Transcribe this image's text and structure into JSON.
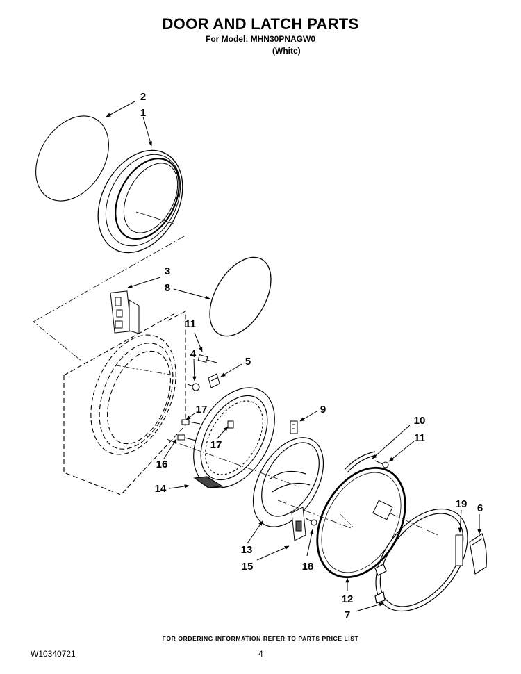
{
  "header": {
    "title": "DOOR AND LATCH PARTS",
    "model_line": "For Model: MHN30PNAGW0",
    "color_line": "(White)"
  },
  "callouts": [
    "2",
    "1",
    "3",
    "8",
    "11",
    "4",
    "5",
    "17",
    "17",
    "9",
    "10",
    "11",
    "16",
    "14",
    "13",
    "15",
    "18",
    "19",
    "6",
    "12",
    "7"
  ],
  "footer": {
    "ordering_note": "FOR ORDERING INFORMATION REFER TO PARTS PRICE LIST",
    "document_number": "W10340721",
    "page_number": "4"
  }
}
